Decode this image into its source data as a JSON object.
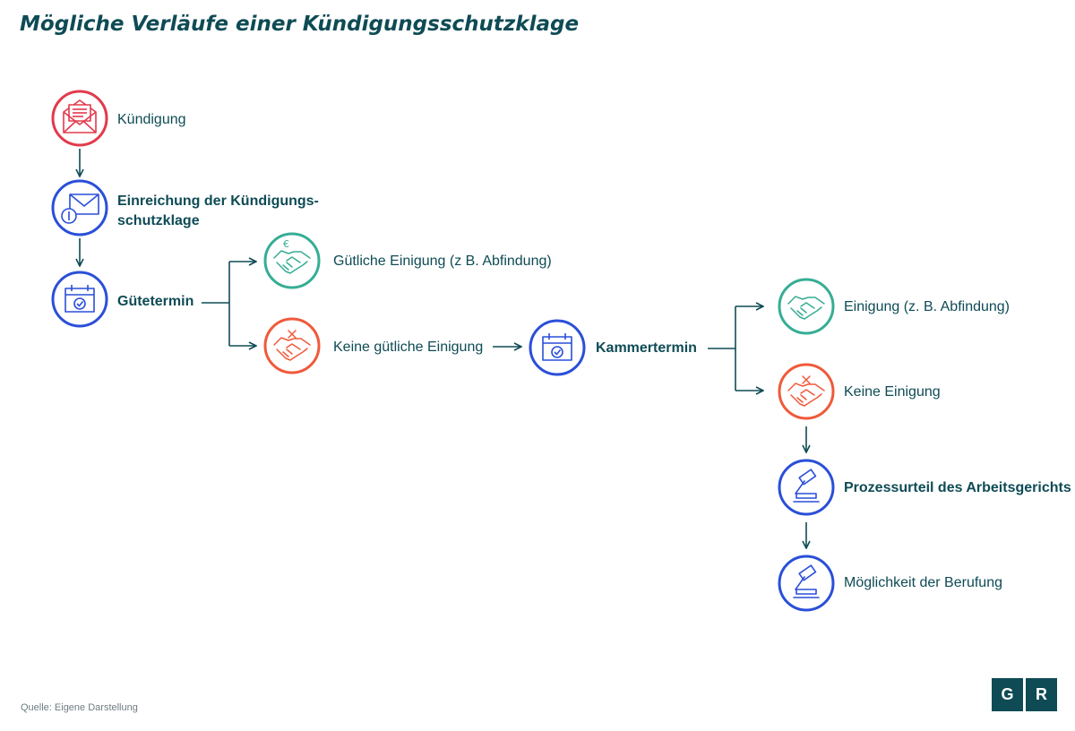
{
  "title": "Mögliche Verläufe einer Kündigungsschutzklage",
  "source": "Quelle: Eigene Darstellung",
  "logo": {
    "letter1": "G",
    "letter2": "R"
  },
  "colors": {
    "red": "#e23a4c",
    "blue": "#2a4fd8",
    "green": "#36ad94",
    "orange": "#ef5a3a",
    "text": "#0e4b55"
  },
  "nodes": {
    "kuendigung": {
      "label": "Kündigung",
      "icon": "letter-icon"
    },
    "einreichung": {
      "label": "Einreichung der Kündigungs-schutzklage",
      "icon": "mail-pen-icon"
    },
    "guetetermin": {
      "label": "Gütetermin",
      "icon": "calendar-check-icon"
    },
    "guetliche_einigung": {
      "label": "Gütliche Einigung (z B. Abfindung)",
      "icon": "handshake-euro-icon"
    },
    "keine_guetliche": {
      "label": "Keine gütliche Einigung",
      "icon": "handshake-x-icon"
    },
    "kammertermin": {
      "label": "Kammertermin",
      "icon": "calendar-check-icon"
    },
    "einigung": {
      "label": "Einigung (z. B. Abfindung)",
      "icon": "handshake-icon"
    },
    "keine_einigung": {
      "label": "Keine Einigung",
      "icon": "handshake-x-icon"
    },
    "prozessurteil": {
      "label": "Prozessurteil des Arbeitsgerichts",
      "icon": "gavel-icon"
    },
    "berufung": {
      "label": "Möglichkeit der Berufung",
      "icon": "gavel-icon"
    }
  }
}
